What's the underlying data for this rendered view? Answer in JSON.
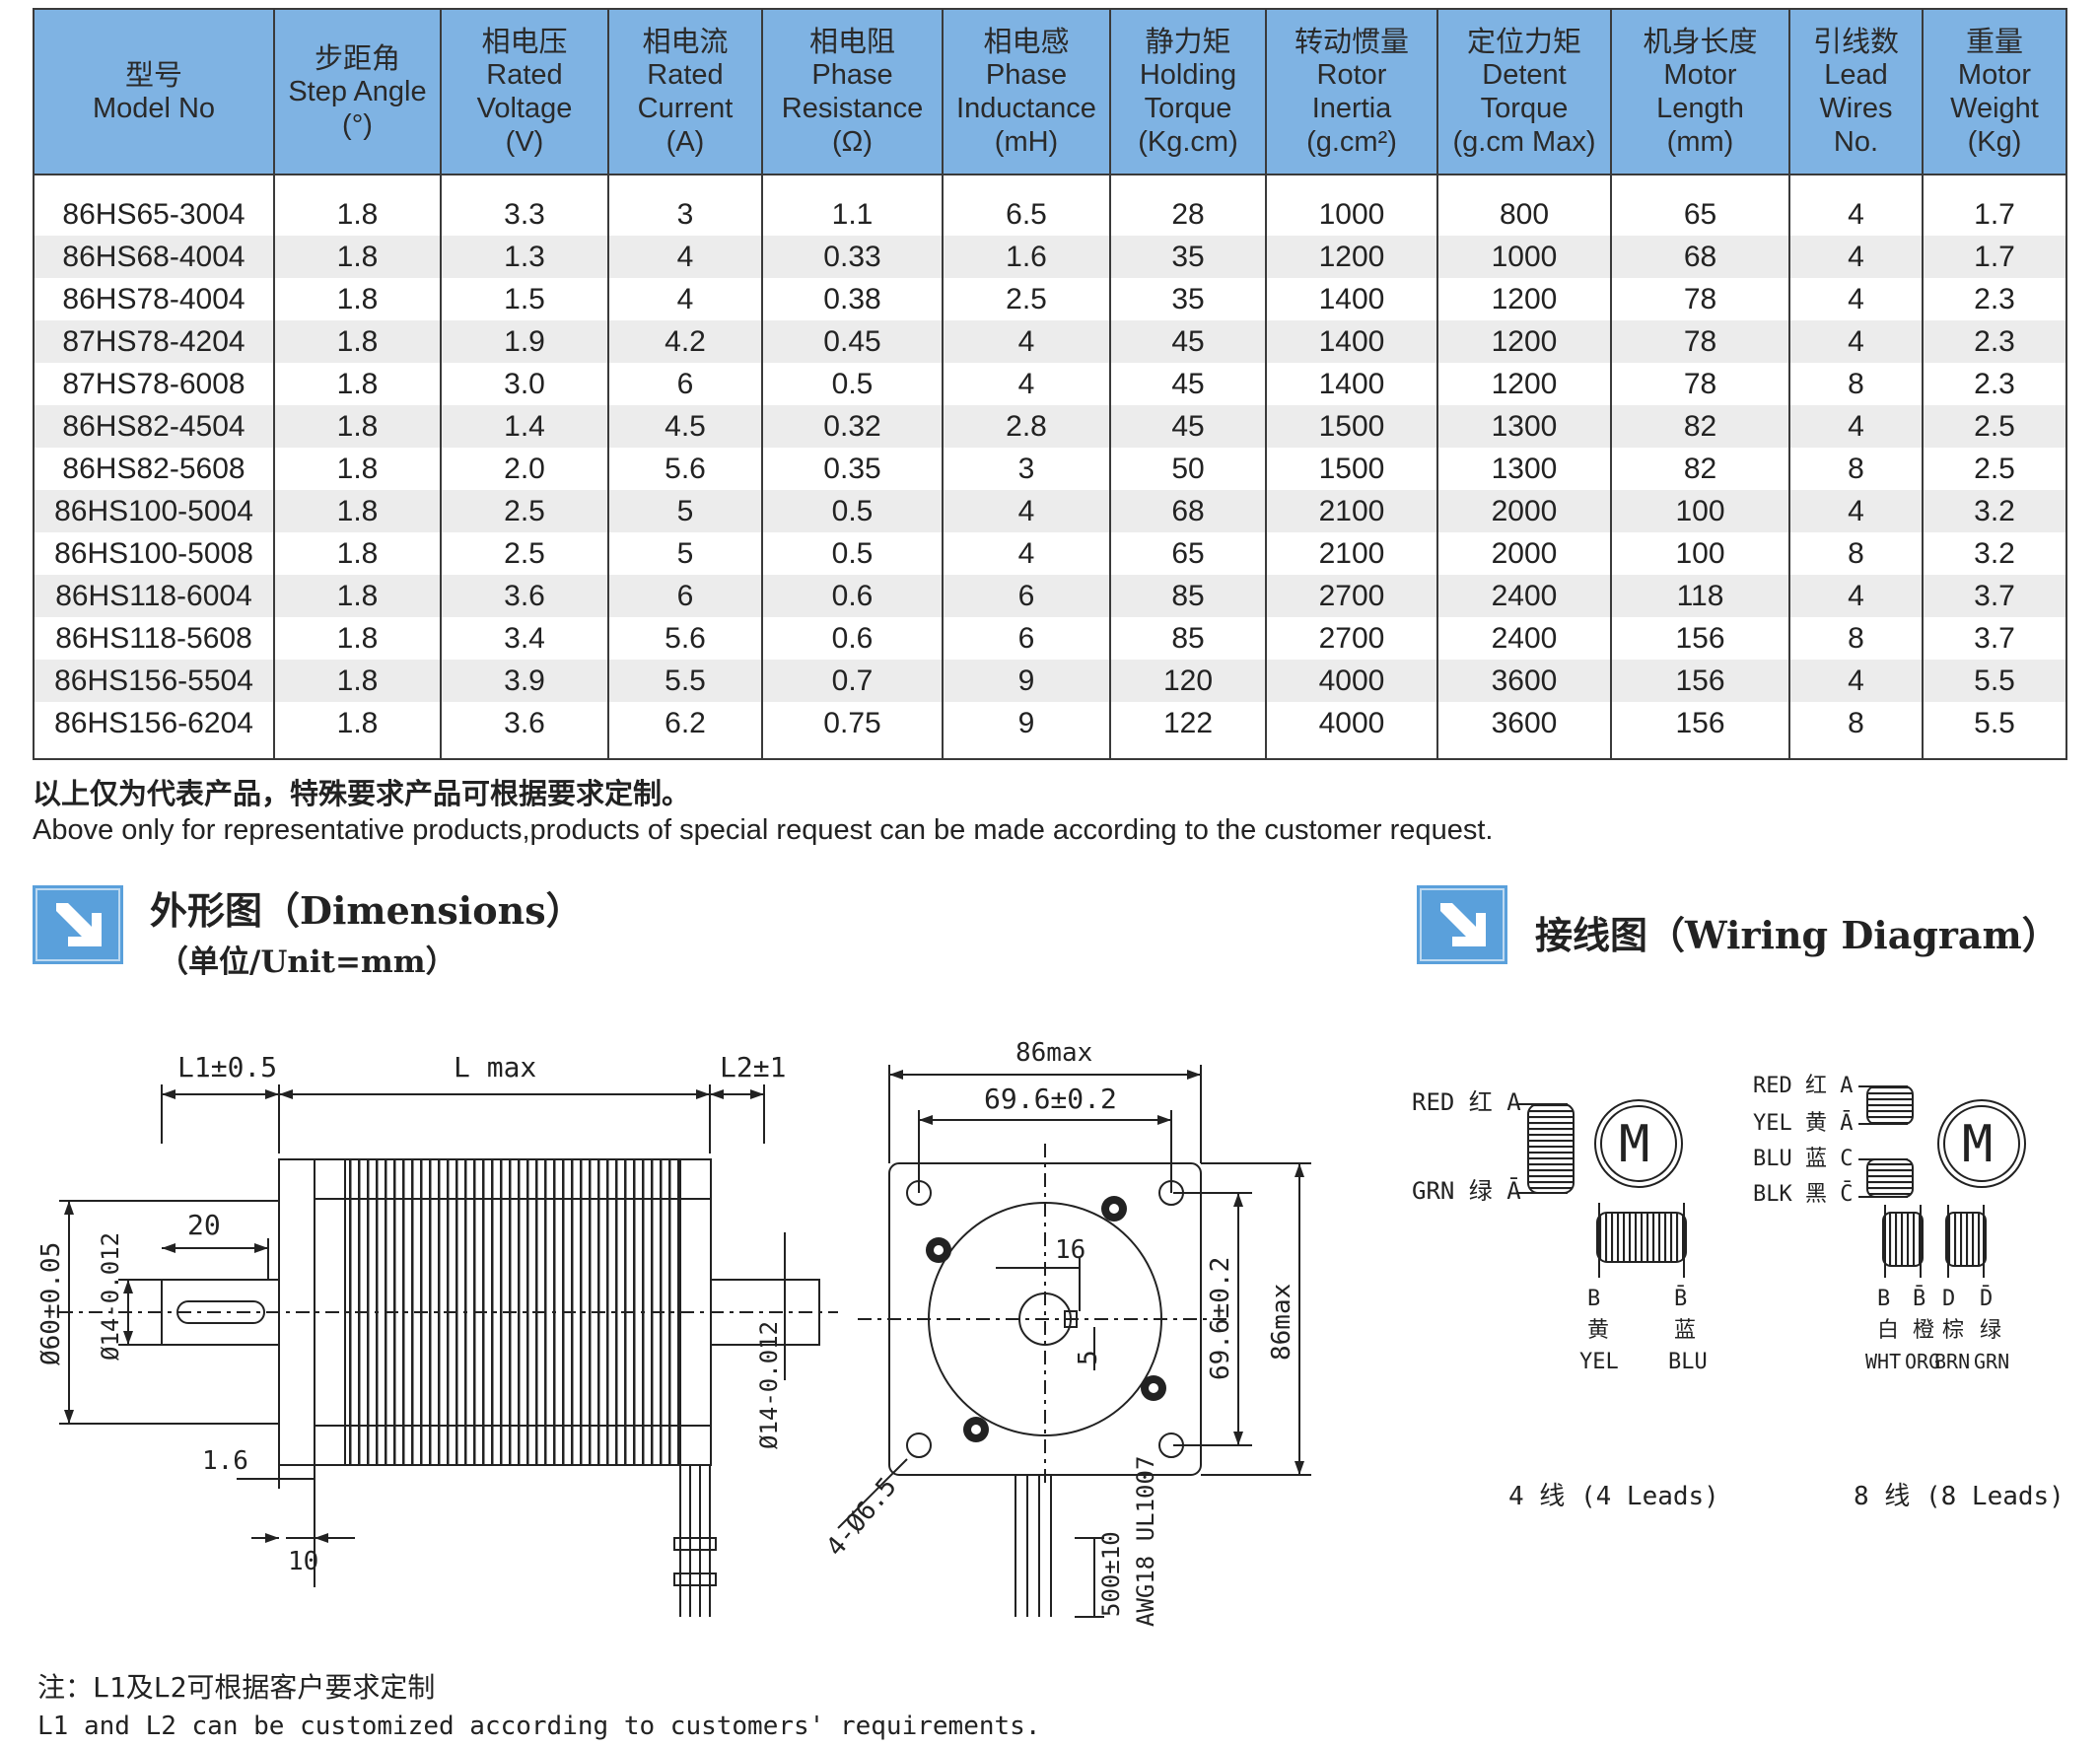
{
  "table": {
    "headers": [
      {
        "zh": "型号",
        "en": [
          "Model No"
        ]
      },
      {
        "zh": "步距角",
        "en": [
          "Step Angle",
          "(°)"
        ]
      },
      {
        "zh": "相电压",
        "en": [
          "Rated",
          "Voltage",
          "(V)"
        ]
      },
      {
        "zh": "相电流",
        "en": [
          "Rated",
          "Current",
          "(A)"
        ]
      },
      {
        "zh": "相电阻",
        "en": [
          "Phase",
          "Resistance",
          "(Ω)"
        ]
      },
      {
        "zh": "相电感",
        "en": [
          "Phase",
          "Inductance",
          "(mH)"
        ]
      },
      {
        "zh": "静力矩",
        "en": [
          "Holding",
          "Torque",
          "(Kg.cm)"
        ]
      },
      {
        "zh": "转动惯量",
        "en": [
          "Rotor",
          "Inertia",
          "(g.cm²)"
        ]
      },
      {
        "zh": "定位力矩",
        "en": [
          "Detent",
          "Torque",
          "(g.cm Max)"
        ]
      },
      {
        "zh": "机身长度",
        "en": [
          "Motor",
          "Length",
          "(mm)"
        ]
      },
      {
        "zh": "引线数",
        "en": [
          "Lead",
          "Wires",
          "No."
        ]
      },
      {
        "zh": "重量",
        "en": [
          "Motor",
          "Weight",
          "(Kg)"
        ]
      }
    ],
    "rows": [
      [
        "86HS65-3004",
        "1.8",
        "3.3",
        "3",
        "1.1",
        "6.5",
        "28",
        "1000",
        "800",
        "65",
        "4",
        "1.7"
      ],
      [
        "86HS68-4004",
        "1.8",
        "1.3",
        "4",
        "0.33",
        "1.6",
        "35",
        "1200",
        "1000",
        "68",
        "4",
        "1.7"
      ],
      [
        "86HS78-4004",
        "1.8",
        "1.5",
        "4",
        "0.38",
        "2.5",
        "35",
        "1400",
        "1200",
        "78",
        "4",
        "2.3"
      ],
      [
        "87HS78-4204",
        "1.8",
        "1.9",
        "4.2",
        "0.45",
        "4",
        "45",
        "1400",
        "1200",
        "78",
        "4",
        "2.3"
      ],
      [
        "87HS78-6008",
        "1.8",
        "3.0",
        "6",
        "0.5",
        "4",
        "45",
        "1400",
        "1200",
        "78",
        "8",
        "2.3"
      ],
      [
        "86HS82-4504",
        "1.8",
        "1.4",
        "4.5",
        "0.32",
        "2.8",
        "45",
        "1500",
        "1300",
        "82",
        "4",
        "2.5"
      ],
      [
        "86HS82-5608",
        "1.8",
        "2.0",
        "5.6",
        "0.35",
        "3",
        "50",
        "1500",
        "1300",
        "82",
        "8",
        "2.5"
      ],
      [
        "86HS100-5004",
        "1.8",
        "2.5",
        "5",
        "0.5",
        "4",
        "68",
        "2100",
        "2000",
        "100",
        "4",
        "3.2"
      ],
      [
        "86HS100-5008",
        "1.8",
        "2.5",
        "5",
        "0.5",
        "4",
        "65",
        "2100",
        "2000",
        "100",
        "8",
        "3.2"
      ],
      [
        "86HS118-6004",
        "1.8",
        "3.6",
        "6",
        "0.6",
        "6",
        "85",
        "2700",
        "2400",
        "118",
        "4",
        "3.7"
      ],
      [
        "86HS118-5608",
        "1.8",
        "3.4",
        "5.6",
        "0.6",
        "6",
        "85",
        "2700",
        "2400",
        "156",
        "8",
        "3.7"
      ],
      [
        "86HS156-5504",
        "1.8",
        "3.9",
        "5.5",
        "0.7",
        "9",
        "120",
        "4000",
        "3600",
        "156",
        "4",
        "5.5"
      ],
      [
        "86HS156-6204",
        "1.8",
        "3.6",
        "6.2",
        "0.75",
        "9",
        "122",
        "4000",
        "3600",
        "156",
        "8",
        "5.5"
      ]
    ]
  },
  "notes": {
    "zh": "以上仅为代表产品，特殊要求产品可根据要求定制。",
    "en": "Above only for representative products,products of special request can be made according to the customer request."
  },
  "dimensions": {
    "title": "外形图（Dimensions）",
    "unit": "（单位/Unit=mm）",
    "labels": {
      "l1": "L1±0.5",
      "lmax": "L max",
      "l2": "L2±1",
      "d20": "20",
      "d60": "Ø60±0.05",
      "d14a": "Ø14-0.012",
      "d14b": "Ø14-0.012",
      "d16": "1.6",
      "d10": "10",
      "f86top": "86max",
      "f696top": "69.6±0.2",
      "f16": "16",
      "f5": "5",
      "f696side": "69.6±0.2",
      "f86side": "86max",
      "hole": "4-Ø6.5",
      "lead": "500±10",
      "awg": "AWG18 UL1007"
    }
  },
  "wiring": {
    "title": "接线图（Wiring Diagram）",
    "four": {
      "labels": [
        "RED 红 A",
        "GRN 绿 Ā"
      ],
      "bottom": [
        [
          "B",
          "黄",
          "YEL"
        ],
        [
          "B̄",
          "蓝",
          "BLU"
        ]
      ],
      "caption": "4 线 (4 Leads)"
    },
    "eight": {
      "labels": [
        "RED 红 A",
        "YEL 黄 Ā",
        "BLU 蓝 C",
        "BLK 黑 C̄"
      ],
      "bottom": [
        [
          "B",
          "白",
          "WHT"
        ],
        [
          "B̄",
          "橙",
          "ORG"
        ],
        [
          "D",
          "棕",
          "BRN"
        ],
        [
          "D̄",
          "绿",
          "GRN"
        ]
      ],
      "caption": "8 线 (8 Leads)"
    },
    "motor_letter": "M"
  },
  "footnote": {
    "zh": "注：L1及L2可根据客户要求定制",
    "en": "L1 and L2 can be customized according to customers' requirements."
  },
  "colors": {
    "header_bg": "#7fb3e3",
    "icon_blue": "#5aa0db",
    "row_alt": "#ececec"
  }
}
